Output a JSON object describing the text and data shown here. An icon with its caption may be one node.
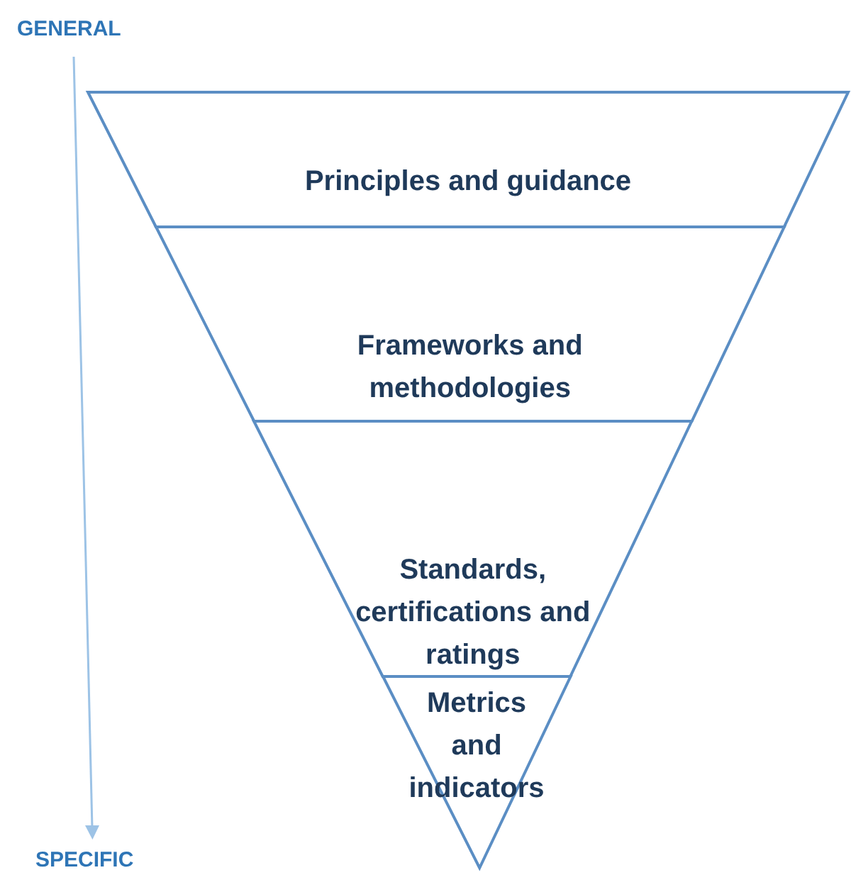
{
  "diagram": {
    "nodes": [
      {
        "text": [
          "Principles and guidance"
        ]
      },
      {
        "text": [
          "Frameworks and methodologies"
        ]
      },
      {
        "text": [
          "Standards, certifications and ratings"
        ]
      },
      {
        "text": [
          "Metrics and indicators"
        ]
      }
    ],
    "labels": [
      "GENERAL",
      "SPECIFIC"
    ]
  }
}
